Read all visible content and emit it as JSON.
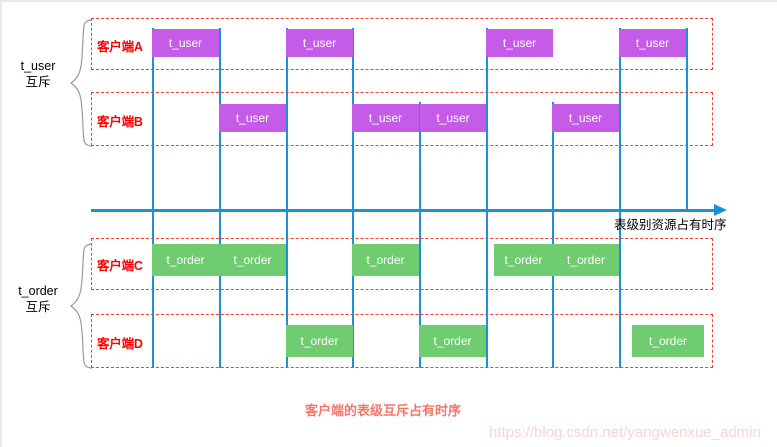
{
  "groups": [
    {
      "id": "t_user_group",
      "line1": "t_user",
      "line2": "互斥"
    },
    {
      "id": "t_order_group",
      "line1": "t_order",
      "line2": "互斥"
    }
  ],
  "lanes": [
    {
      "id": "lane-a",
      "client": "客户端A",
      "resource": "t_user"
    },
    {
      "id": "lane-b",
      "client": "客户端B",
      "resource": "t_user"
    },
    {
      "id": "lane-c",
      "client": "客户端C",
      "resource": "t_order"
    },
    {
      "id": "lane-d",
      "client": "客户端D",
      "resource": "t_order"
    }
  ],
  "axis": {
    "caption": "表级别资源占有时序",
    "color": "#1f8fd6"
  },
  "caption": "客户端的表级互斥占有时序",
  "watermark": "https://blog.csdn.net/yangwenxue_admin",
  "colors": {
    "user_block": "#c45ce8",
    "order_block": "#6fcc70",
    "lane_border": "#ef4136",
    "client_text": "#ff0000",
    "axis": "#1f8fd6",
    "caption": "#f4776a"
  },
  "chart_data": {
    "type": "table",
    "title": "客户端的表级互斥占有时序",
    "xlabel": "表级别资源占有时序",
    "slots": [
      1,
      2,
      3,
      4,
      5,
      6,
      7,
      8
    ],
    "series": [
      {
        "name": "客户端A",
        "resource": "t_user",
        "occupied_slots": [
          1,
          3,
          6,
          8
        ]
      },
      {
        "name": "客户端B",
        "resource": "t_user",
        "occupied_slots": [
          2,
          4,
          5,
          7
        ]
      },
      {
        "name": "客户端C",
        "resource": "t_order",
        "occupied_slots": [
          1,
          2,
          4,
          6,
          7
        ]
      },
      {
        "name": "客户端D",
        "resource": "t_order",
        "occupied_slots": [
          3,
          5,
          8
        ]
      }
    ],
    "blocks": [
      {
        "lane": "客户端A",
        "label": "t_user",
        "slot": 1
      },
      {
        "lane": "客户端A",
        "label": "t_user",
        "slot": 3
      },
      {
        "lane": "客户端A",
        "label": "t_user",
        "slot": 6
      },
      {
        "lane": "客户端A",
        "label": "t_user",
        "slot": 8
      },
      {
        "lane": "客户端B",
        "label": "t_user",
        "slot": 2
      },
      {
        "lane": "客户端B",
        "label": "t_user",
        "slot": 4
      },
      {
        "lane": "客户端B",
        "label": "t_user",
        "slot": 5
      },
      {
        "lane": "客户端B",
        "label": "t_user",
        "slot": 7
      },
      {
        "lane": "客户端C",
        "label": "t_order",
        "slot": 1
      },
      {
        "lane": "客户端C",
        "label": "t_order",
        "slot": 2
      },
      {
        "lane": "客户端C",
        "label": "t_order",
        "slot": 4
      },
      {
        "lane": "客户端C",
        "label": "t_order",
        "slot": 6
      },
      {
        "lane": "客户端C",
        "label": "t_order",
        "slot": 7
      },
      {
        "lane": "客户端D",
        "label": "t_order",
        "slot": 3
      },
      {
        "lane": "客户端D",
        "label": "t_order",
        "slot": 5
      },
      {
        "lane": "客户端D",
        "label": "t_order",
        "slot": 8
      }
    ]
  },
  "blocks": {
    "a1": "t_user",
    "a2": "t_user",
    "a3": "t_user",
    "a4": "t_user",
    "b1": "t_user",
    "b2": "t_user",
    "b3": "t_user",
    "b4": "t_user",
    "c1": "t_order",
    "c2": "t_order",
    "c3": "t_order",
    "c4": "t_order",
    "c5": "t_order",
    "d1": "t_order",
    "d2": "t_order",
    "d3": "t_order"
  }
}
